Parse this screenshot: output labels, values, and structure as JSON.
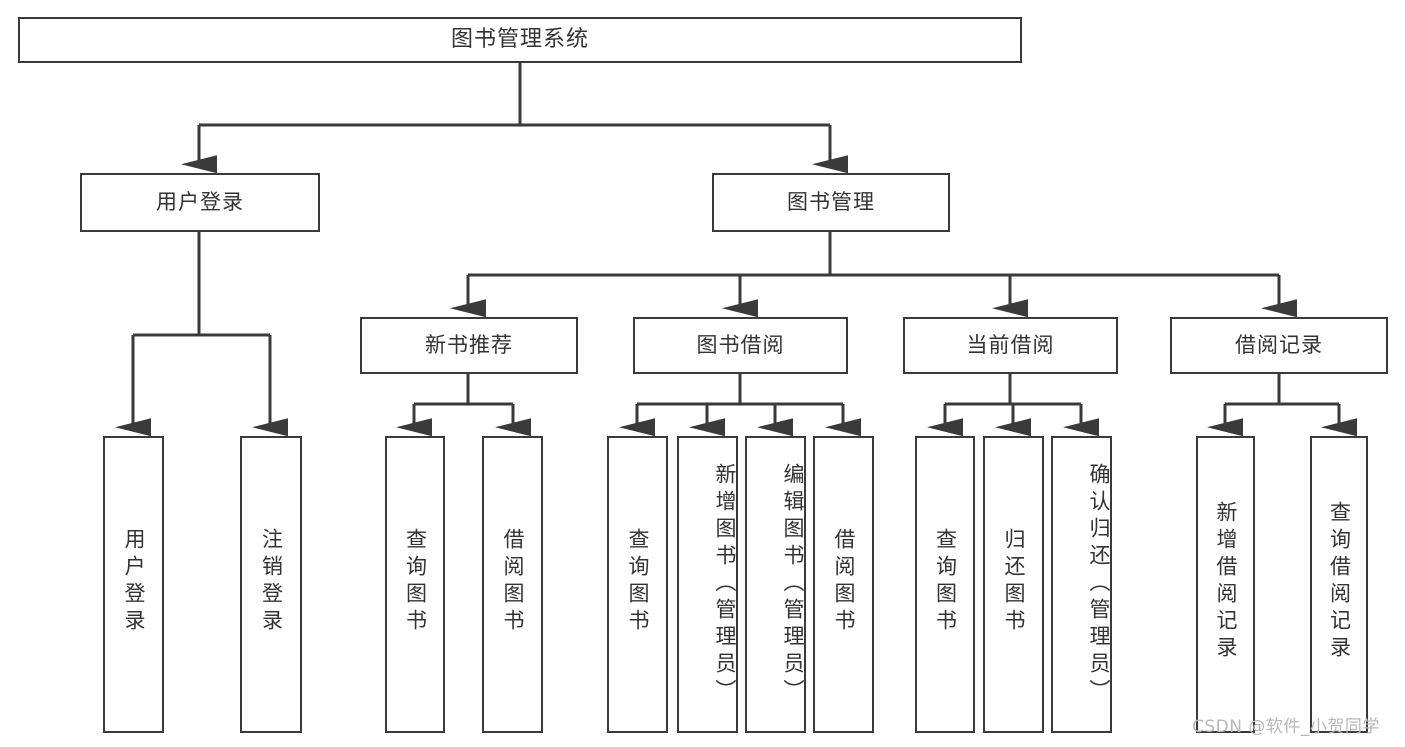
{
  "diagram": {
    "title": "图书管理系统",
    "type": "tree-hierarchy-chart",
    "root": {
      "label": "图书管理系统"
    },
    "level2": [
      {
        "label": "用户登录"
      },
      {
        "label": "图书管理"
      }
    ],
    "level3": [
      {
        "label": "新书推荐",
        "parent": "图书管理"
      },
      {
        "label": "图书借阅",
        "parent": "图书管理"
      },
      {
        "label": "当前借阅",
        "parent": "图书管理"
      },
      {
        "label": "借阅记录",
        "parent": "图书管理"
      }
    ],
    "leaves": {
      "user_login": [
        {
          "label": "用户登录"
        },
        {
          "label": "注销登录"
        }
      ],
      "new_book_recommend": [
        {
          "label": "查询图书"
        },
        {
          "label": "借阅图书"
        }
      ],
      "book_borrow": [
        {
          "label": "查询图书"
        },
        {
          "label": "新增图书（管理员）"
        },
        {
          "label": "编辑图书（管理员）"
        },
        {
          "label": "借阅图书"
        }
      ],
      "current_borrow": [
        {
          "label": "查询图书"
        },
        {
          "label": "归还图书"
        },
        {
          "label": "确认归还（管理员）"
        }
      ],
      "borrow_record": [
        {
          "label": "新增借阅记录"
        },
        {
          "label": "查询借阅记录"
        }
      ]
    }
  },
  "watermark": {
    "text": "CSDN @软件_小贺同学"
  },
  "colors": {
    "border": "#3a3a3a",
    "text": "#333333",
    "background": "#ffffff",
    "watermark": "#b8b8b8"
  }
}
